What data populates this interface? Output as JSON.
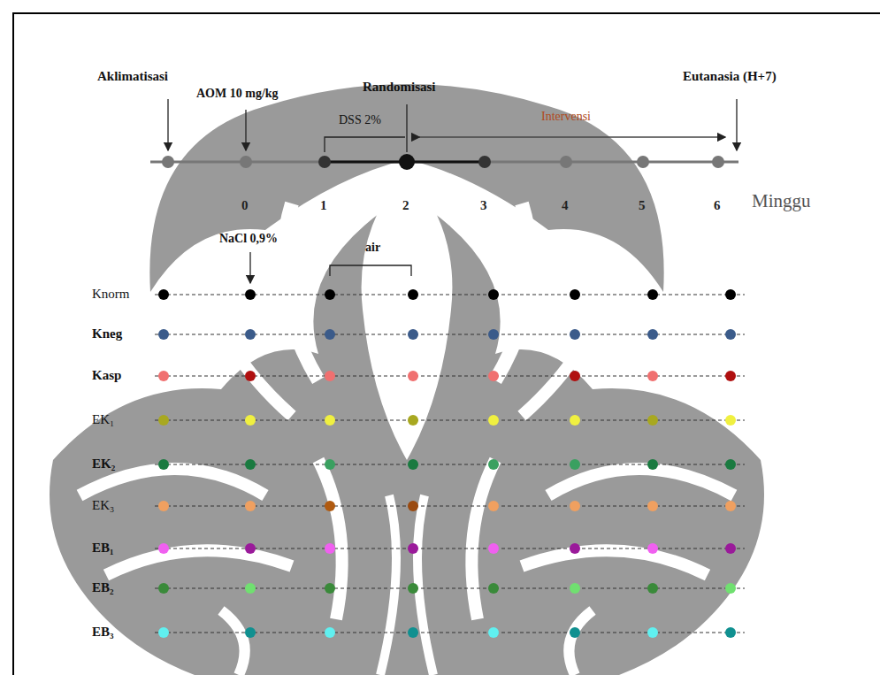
{
  "diagram": {
    "labels": [
      "Aklimatisasi",
      "AOM 10 mg/kg",
      "Randomisasi",
      "Eutanasia (H+7)",
      "DSS 2%",
      "Intervensi",
      "0",
      "1",
      "2",
      "3",
      "4",
      "5",
      "6",
      "Minggu",
      "NaCl 0,9%",
      "air",
      "Knorm",
      "Kneg",
      "Kasp",
      "EK₁",
      "EK₂",
      "EK₃",
      "EB₁",
      "EB₂",
      "EB₃"
    ]
  }
}
